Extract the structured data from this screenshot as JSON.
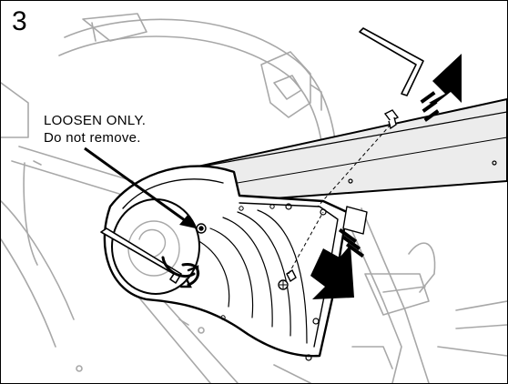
{
  "step": {
    "number": "3"
  },
  "callout": {
    "line1": "LOOSEN ONLY.",
    "line2": "Do not remove."
  },
  "colors": {
    "line": "#000000",
    "ghost": "#a8a8a8",
    "arm_fill": "#e6e6e6",
    "background": "#ffffff"
  },
  "icons": [
    "allen-key-icon",
    "up-arrow-icon",
    "down-arrow-icon",
    "rotate-arrow-icon",
    "bolt-icon"
  ]
}
